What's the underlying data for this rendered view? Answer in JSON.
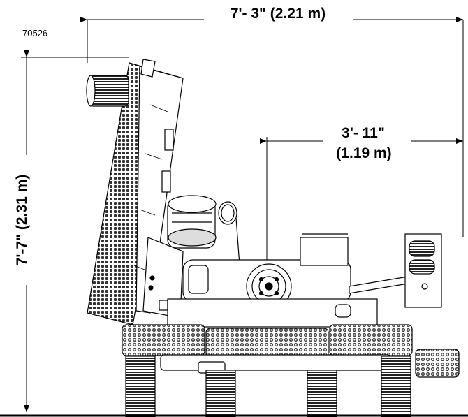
{
  "figure_id": "70526",
  "dimensions": {
    "overall_width": "7'- 3\" (2.21 m)",
    "overall_height": "7'-7\" (2.31 m)",
    "partial_width_feet": "3'- 11\"",
    "partial_width_metric": "(1.19 m)"
  }
}
